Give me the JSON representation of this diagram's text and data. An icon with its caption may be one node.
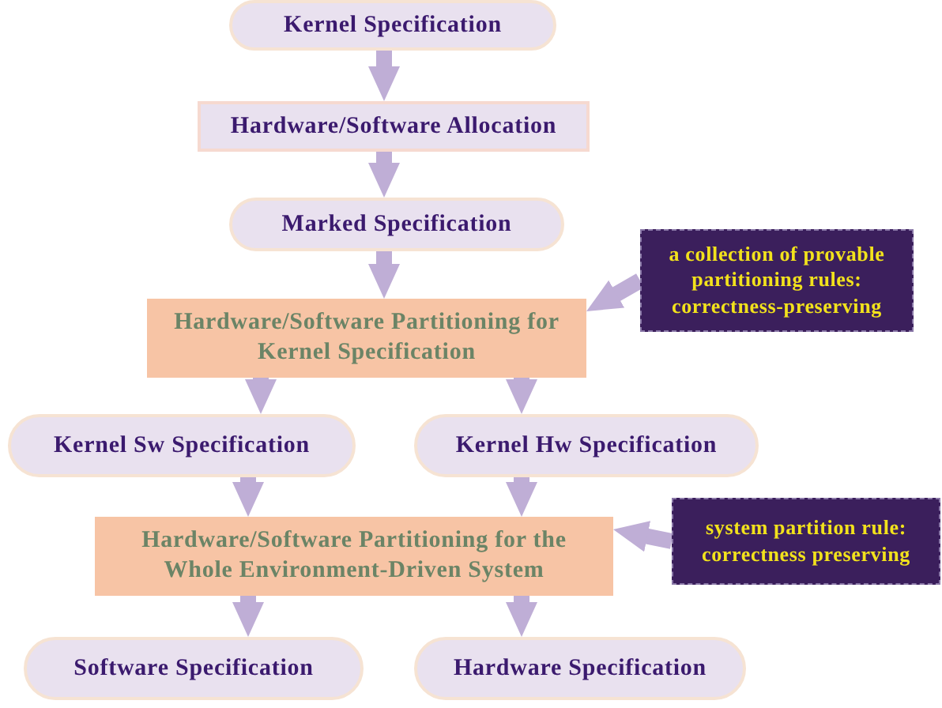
{
  "diagram": {
    "nodes": [
      {
        "text": [
          "Kernel Specification"
        ]
      },
      {
        "text": [
          "Hardware/Software Allocation"
        ]
      },
      {
        "text": [
          "Marked Specification"
        ]
      },
      {
        "text": [
          "Hardware/Software Partitioning for Kernel Specification"
        ]
      },
      {
        "text": [
          "a collection of provable partitioning rules: correctness-preserving"
        ]
      },
      {
        "text": [
          "Kernel Sw Specification"
        ]
      },
      {
        "text": [
          "Kernel Hw Specification"
        ]
      },
      {
        "text": [
          "Hardware/Software Partitioning for the Whole Environment-Driven System"
        ]
      },
      {
        "text": [
          "system partition rule: correctness preserving"
        ]
      },
      {
        "text": [
          "Software Specification"
        ]
      },
      {
        "text": [
          "Hardware Specification"
        ]
      }
    ],
    "edges": [
      {
        "from": 0,
        "to": 1,
        "arrow": "to"
      },
      {
        "from": 1,
        "to": 2,
        "arrow": "to"
      },
      {
        "from": 2,
        "to": 3,
        "arrow": "to"
      },
      {
        "from": 4,
        "to": 3,
        "arrow": "to"
      },
      {
        "from": 3,
        "to": 5,
        "arrow": "to"
      },
      {
        "from": 3,
        "to": 6,
        "arrow": "to"
      },
      {
        "from": 5,
        "to": 7,
        "arrow": "to"
      },
      {
        "from": 6,
        "to": 7,
        "arrow": "to"
      },
      {
        "from": 8,
        "to": 7,
        "arrow": "to"
      },
      {
        "from": 7,
        "to": 9,
        "arrow": "to"
      },
      {
        "from": 7,
        "to": 10,
        "arrow": "to"
      }
    ]
  }
}
